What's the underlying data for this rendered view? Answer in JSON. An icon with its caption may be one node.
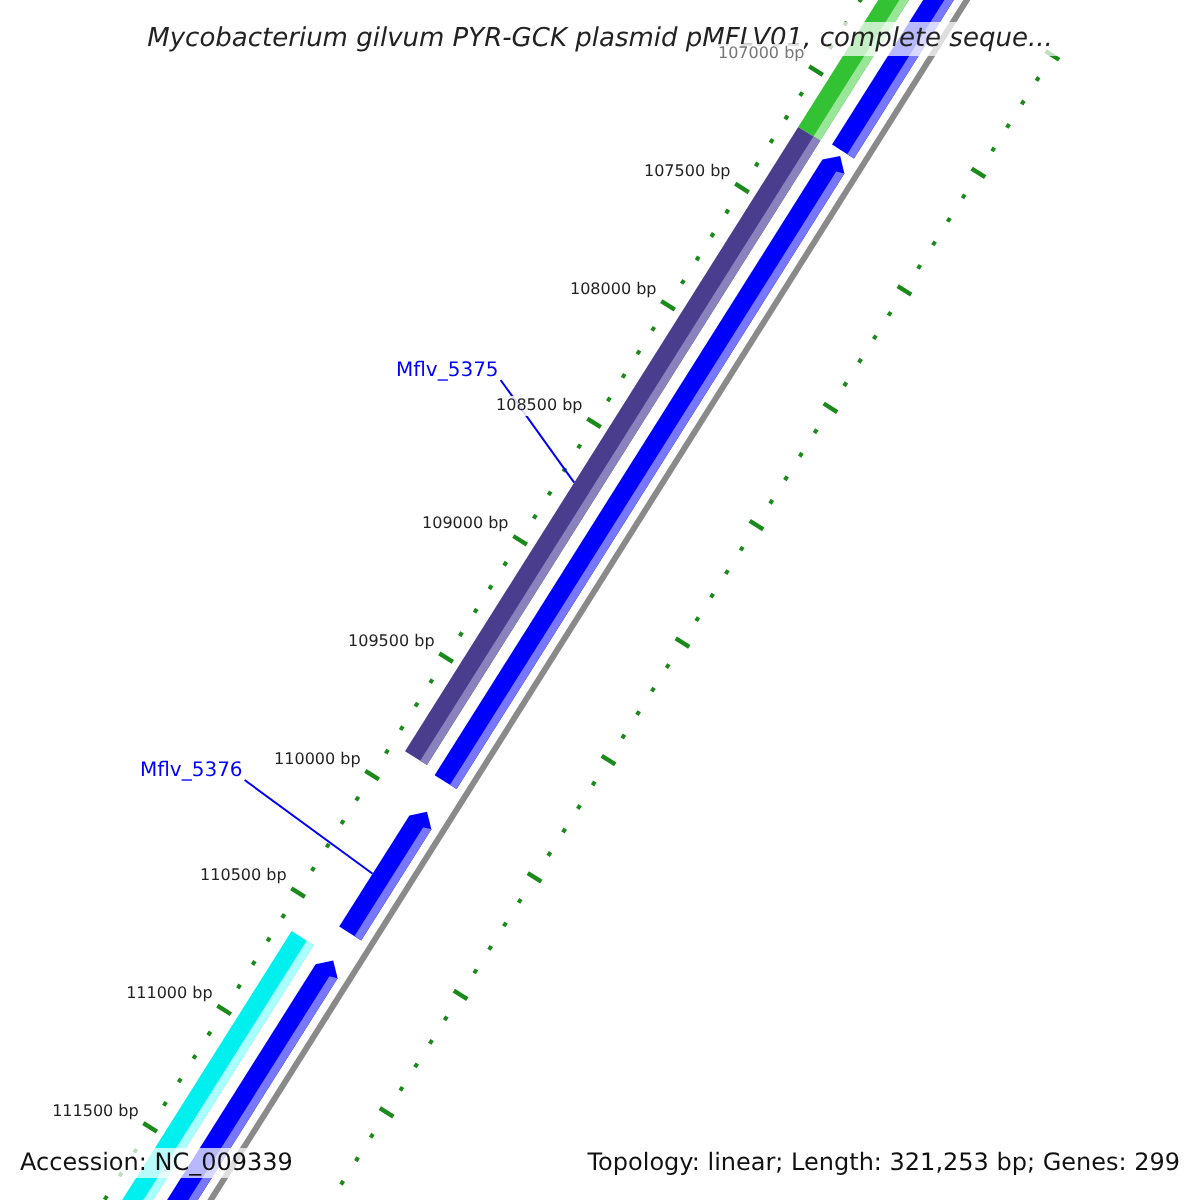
{
  "diagram": {
    "title": "Mycobacterium gilvum PYR-GCK plasmid pMFLV01, complete seque...",
    "nodes": [
      {
        "text": [
          "Mflv_5375"
        ]
      },
      {
        "text": [],
        "shape": "bar"
      },
      {
        "text": [
          "Mflv_5376"
        ]
      },
      {
        "text": [],
        "shape": "bar"
      }
    ],
    "edges": [
      {
        "from": 0,
        "to": 1,
        "arrow": "none"
      },
      {
        "from": 2,
        "to": 3,
        "arrow": "none"
      }
    ],
    "labels": [
      "107000 bp",
      "107500 bp",
      "108000 bp",
      "108500 bp",
      "109000 bp",
      "109500 bp",
      "110000 bp",
      "110500 bp",
      "111000 bp",
      "111500 bp",
      "Accession: NC_009339",
      "Topology: linear; Length: 321,253 bp; Genes: 299"
    ]
  }
}
